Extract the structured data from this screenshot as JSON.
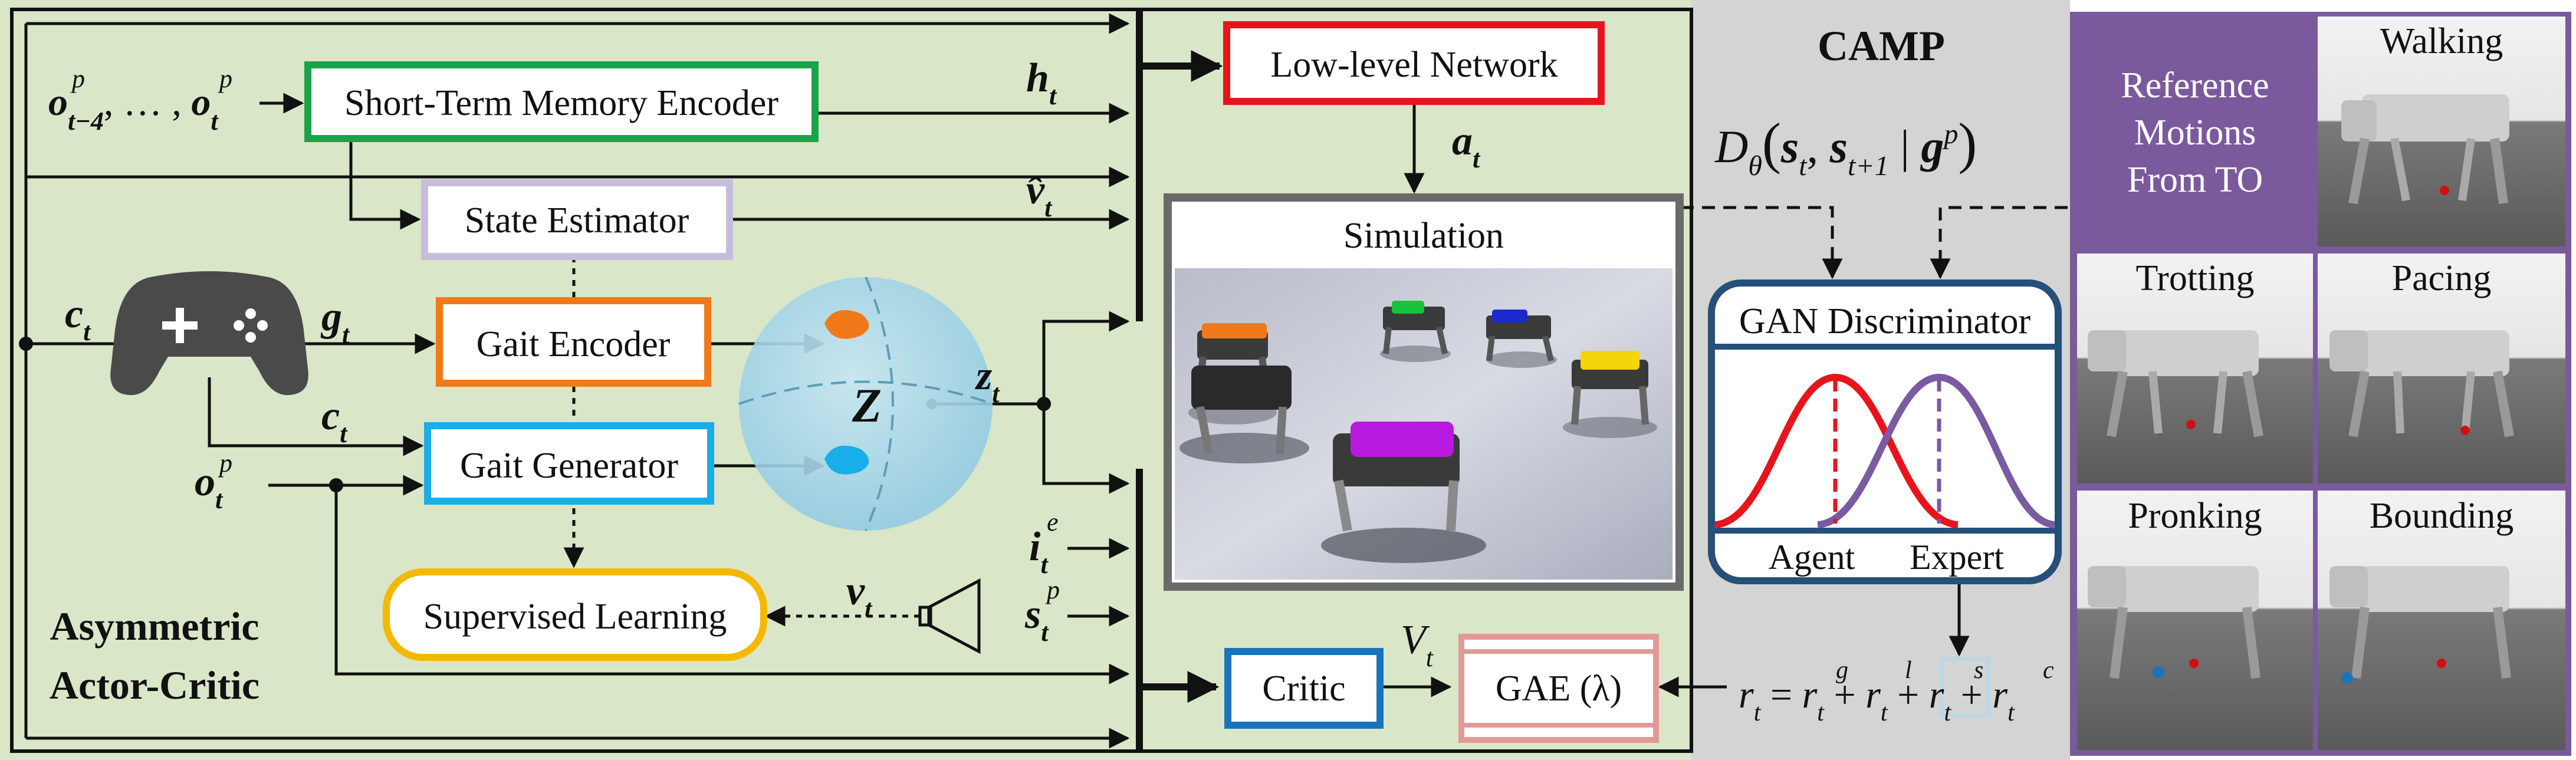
{
  "colors": {
    "left_bg": "#d9e6c8",
    "camp_bg": "#d4d4d4",
    "ref_bg": "#7a5a9c",
    "green": "#17a34a",
    "lilac": "#c8bcdc",
    "orange": "#f07a1a",
    "cyan": "#1aaee8",
    "yellow": "#f5b800",
    "red": "#e8141c",
    "blue": "#1a74bc",
    "salmon": "#e09a96",
    "navy": "#24507a",
    "purple": "#7a5aa0"
  },
  "icons": [
    "gamepad-icon",
    "latent-sphere-icon",
    "megaphone-icon"
  ],
  "left": {
    "section_title_1": "Asymmetric",
    "section_title_2": "Actor-Critic",
    "input_obs_seq": "o",
    "input_obs_seq_sub1": "t−4",
    "input_obs_seq_mid": ", … , ",
    "input_obs_seq_end": "o",
    "input_obs_seq_sub2": "t",
    "sup_p": "p",
    "sub_t": "t",
    "boxes": {
      "stm": "Short-Term Memory Encoder",
      "state_est": "State Estimator",
      "gait_enc": "Gait Encoder",
      "gait_gen": "Gait Generator",
      "sup_learn": "Supervised Learning"
    },
    "labels": {
      "h": "h",
      "v_hat": "v̂",
      "g": "g",
      "c": "c",
      "c_in": "c",
      "o": "o",
      "z": "z",
      "Z": "Z",
      "i": "i",
      "i_sup": "e",
      "s": "s",
      "s_sup": "p",
      "v": "v"
    }
  },
  "middle": {
    "low_level": "Low-level Network",
    "action": "a",
    "simulation": "Simulation",
    "critic": "Critic",
    "value": "V",
    "gae": "GAE (λ)"
  },
  "camp": {
    "title": "CAMP",
    "disc_D": "D",
    "disc_theta": "θ",
    "disc_s": "s",
    "disc_t": "t",
    "disc_t1": "t+1",
    "disc_g": "g",
    "disc_p": "p",
    "gan": "GAN Discriminator",
    "agent": "Agent",
    "expert": "Expert",
    "reward_r": "r",
    "reward_terms": [
      "g",
      "l",
      "s",
      "c"
    ]
  },
  "reference": {
    "title_1": "Reference",
    "title_2": "Motions",
    "title_3": "From TO",
    "motions": [
      "Walking",
      "Trotting",
      "Pacing",
      "Pronking",
      "Bounding"
    ]
  }
}
